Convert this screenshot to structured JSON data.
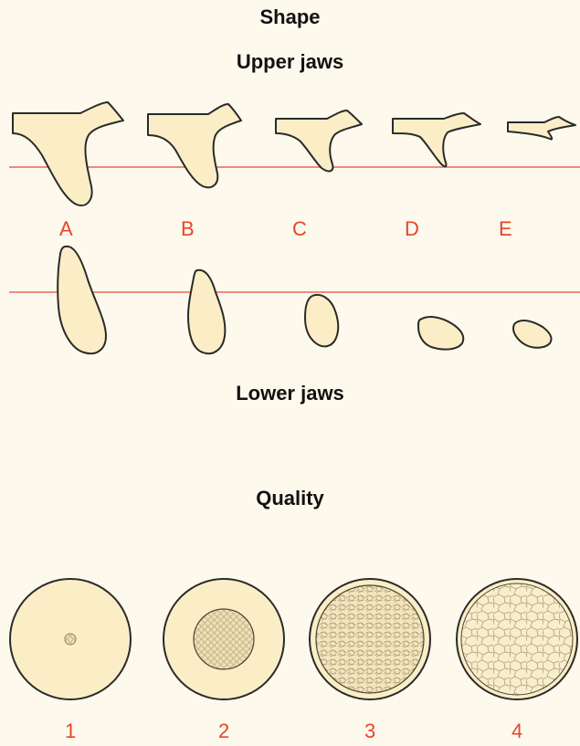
{
  "headings": {
    "shape": "Shape",
    "upper_jaws": "Upper jaws",
    "lower_jaws": "Lower jaws",
    "quality": "Quality"
  },
  "shape_classes": [
    "A",
    "B",
    "C",
    "D",
    "E"
  ],
  "quality_classes": [
    "1",
    "2",
    "3",
    "4"
  ],
  "colors": {
    "bone_fill": "#fbeec6",
    "outline": "#2a2a2a",
    "label_red": "#e8452c",
    "reference_line": "#e8685a",
    "cancellous_fill": "#efe0b4",
    "cancellous_cells": "#b7a67c"
  }
}
